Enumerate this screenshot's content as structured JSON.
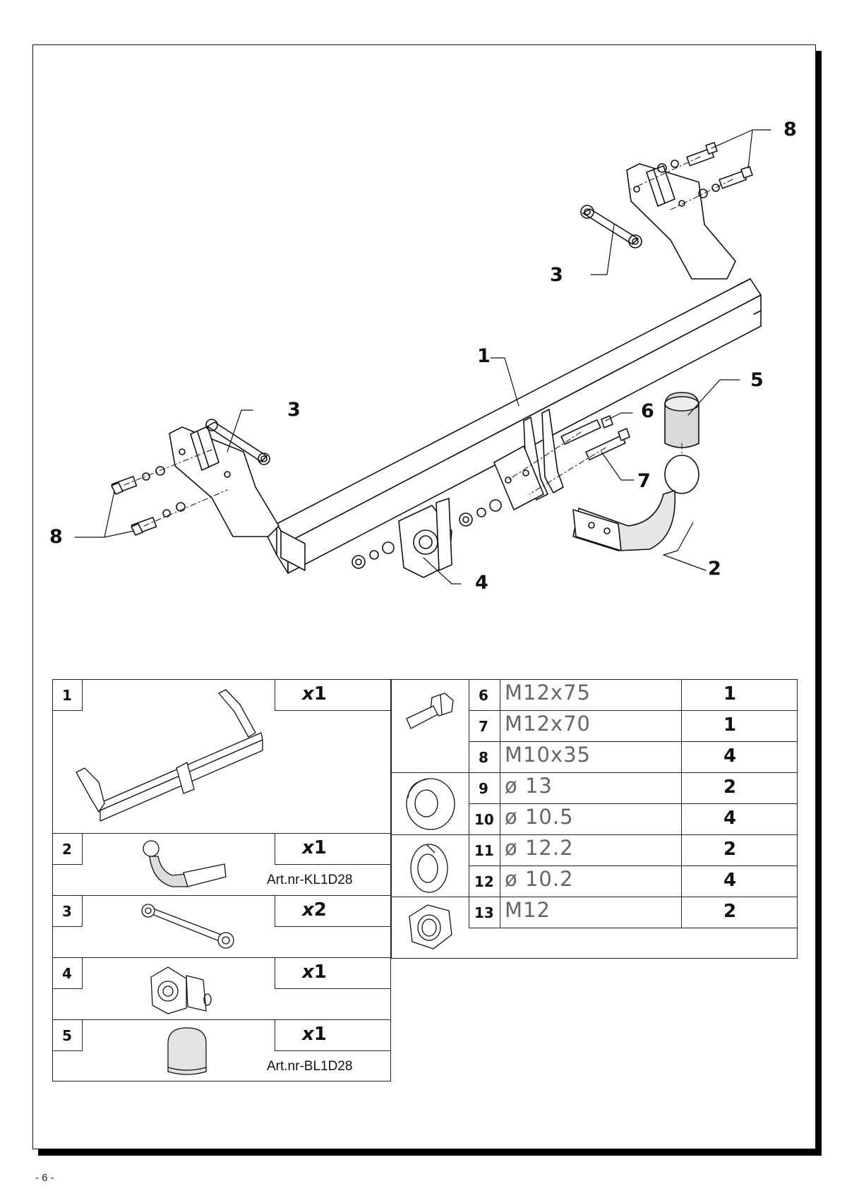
{
  "callouts": {
    "c1": "1",
    "c2": "2",
    "c3a": "3",
    "c3b": "3",
    "c4": "4",
    "c5": "5",
    "c6": "6",
    "c7": "7",
    "c8a": "8",
    "c8b": "8"
  },
  "parts_left": [
    {
      "num": "1",
      "qty_prefix": "x",
      "qty": "1",
      "art": ""
    },
    {
      "num": "2",
      "qty_prefix": "x",
      "qty": "1",
      "art": "Art.nr-KL1D28"
    },
    {
      "num": "3",
      "qty_prefix": "x",
      "qty": "2",
      "art": ""
    },
    {
      "num": "4",
      "qty_prefix": "x",
      "qty": "1",
      "art": ""
    },
    {
      "num": "5",
      "qty_prefix": "x",
      "qty": "1",
      "art": "Art.nr-BL1D28"
    }
  ],
  "parts_right": [
    {
      "num": "6",
      "spec": "M12x75",
      "qty": "1"
    },
    {
      "num": "7",
      "spec": "M12x70",
      "qty": "1"
    },
    {
      "num": "8",
      "spec": "M10x35",
      "qty": "4"
    },
    {
      "num": "9",
      "spec": "ø 13",
      "qty": "2"
    },
    {
      "num": "10",
      "spec": "ø 10.5",
      "qty": "4"
    },
    {
      "num": "11",
      "spec": "ø 12.2",
      "qty": "2"
    },
    {
      "num": "12",
      "spec": "ø 10.2",
      "qty": "4"
    },
    {
      "num": "13",
      "spec": "M12",
      "qty": "2"
    }
  ],
  "icons": {
    "bolt": "bolt-icon",
    "washer": "washer-icon",
    "spring_washer": "spring-washer-icon",
    "nut": "hex-nut-icon"
  },
  "page_number": "- 6 -"
}
